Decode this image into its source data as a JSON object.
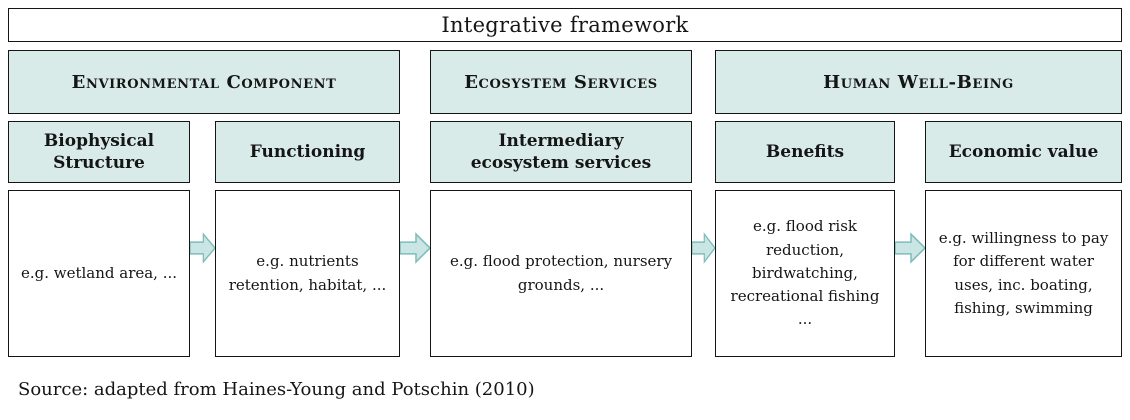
{
  "title": "Integrative framework",
  "sections": [
    {
      "label": "Environmental Component"
    },
    {
      "label": "Ecosystem Services"
    },
    {
      "label": "Human Well-Being"
    }
  ],
  "columns": [
    {
      "subheader": "Biophysical\nStructure",
      "example": "e.g. wetland area, ..."
    },
    {
      "subheader": "Functioning",
      "example": "e.g. nutrients\nretention, habitat, ..."
    },
    {
      "subheader": "Intermediary\necosystem services",
      "example": "e.g. flood protection, nursery\ngrounds, ..."
    },
    {
      "subheader": "Benefits",
      "example": "e.g. flood risk\nreduction,\nbirdwatching,\nrecreational fishing\n..."
    },
    {
      "subheader": "Economic value",
      "example": "e.g. willingness to pay\nfor different water\nuses, inc. boating,\nfishing, swimming"
    }
  ],
  "source_caption": "Source: adapted from Haines-Young and Potschin (2010)",
  "colors": {
    "panel_fill": "#d9ebe9",
    "arrow_fill": "#c9e6e4",
    "arrow_stroke": "#7fbcb9",
    "border": "#151515"
  }
}
